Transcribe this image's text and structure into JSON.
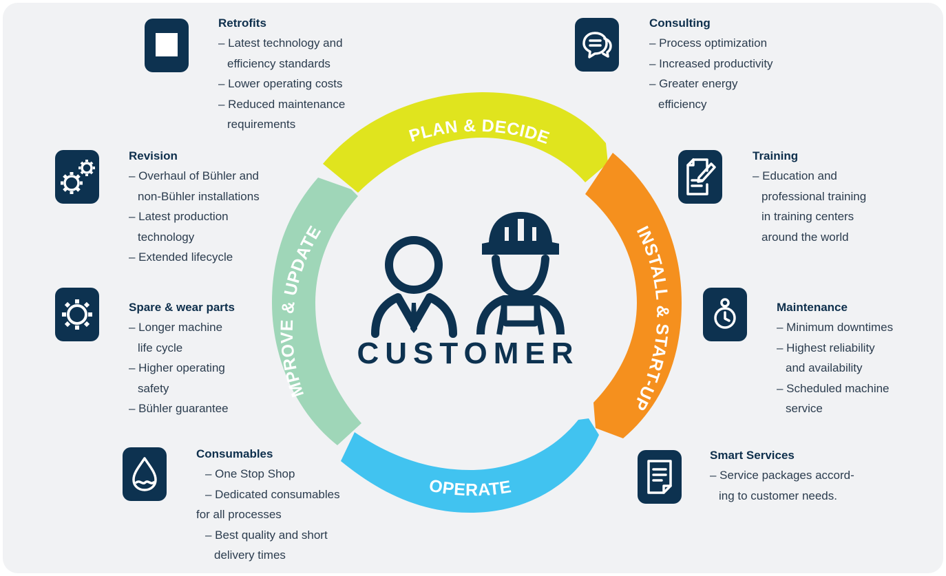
{
  "center": {
    "label": "CUSTOMER"
  },
  "phases": {
    "plan": "PLAN & DECIDE",
    "install": "INSTALL & START-UP",
    "operate": "OPERATE",
    "improve": "IMPROVE & UPDATE"
  },
  "colors": {
    "plan": "#e0e41e",
    "install": "#f5901e",
    "operate": "#41c3f0",
    "improve": "#9fd6b8",
    "icon_bg": "#0d3250",
    "panel": "#f1f2f4"
  },
  "services": {
    "retrofits": {
      "icon": "square-icon",
      "title": "Retrofits",
      "lines": [
        "– Latest technology and",
        "efficiency standards",
        "– Lower operating costs",
        "– Reduced maintenance",
        "requirements"
      ]
    },
    "consulting": {
      "icon": "speech-bubbles-icon",
      "title": "Consulting",
      "lines": [
        "– Process optimization",
        "– Increased productivity",
        "– Greater energy",
        "efficiency"
      ]
    },
    "revision": {
      "icon": "gears-icon",
      "title": "Revision",
      "lines": [
        "– Overhaul of Bühler and",
        "non-Bühler installations",
        "– Latest production",
        "technology",
        "– Extended lifecycle"
      ]
    },
    "training": {
      "icon": "document-pen-icon",
      "title": "Training",
      "lines": [
        "– Education and",
        "professional training",
        "in training centers",
        "around the world"
      ]
    },
    "spare": {
      "icon": "gear-icon",
      "title": "Spare & wear parts",
      "lines": [
        "– Longer machine",
        "life cycle",
        "– Higher operating",
        "safety",
        "– Bühler guarantee"
      ]
    },
    "maintenance": {
      "icon": "stopwatch-icon",
      "title": "Maintenance",
      "lines": [
        "– Minimum downtimes",
        "– Highest reliability",
        "and availability",
        "– Scheduled machine",
        "service"
      ]
    },
    "consumables": {
      "icon": "drop-icon",
      "title": "Consumables",
      "lines": [
        "– One Stop Shop",
        "– Dedicated consumables",
        "for all processes",
        "– Best quality and short",
        "delivery times"
      ]
    },
    "smart": {
      "icon": "document-icon",
      "title": "Smart Services",
      "lines": [
        "– Service packages accord-",
        "ing to customer needs."
      ]
    }
  }
}
